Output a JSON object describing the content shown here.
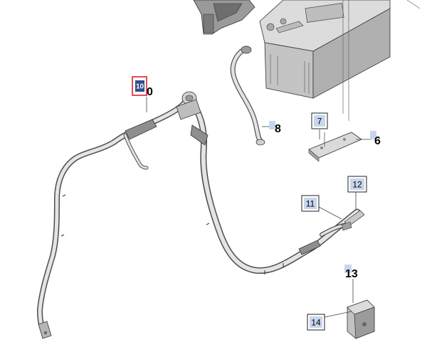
{
  "callouts": {
    "c6": "6",
    "c7": "7",
    "c8": "8",
    "c10_badge": "10",
    "c10_tail": "0",
    "c11": "11",
    "c12": "12",
    "c13": "13",
    "c14": "14"
  },
  "colors": {
    "highlight_box": "#e0202a",
    "highlight_fill": "#2f4f8a",
    "callout_tab": "#c7d6ec",
    "line": "#5a5a5a",
    "part_fill": "#d6d6d6",
    "part_dark": "#8c8c8c"
  }
}
